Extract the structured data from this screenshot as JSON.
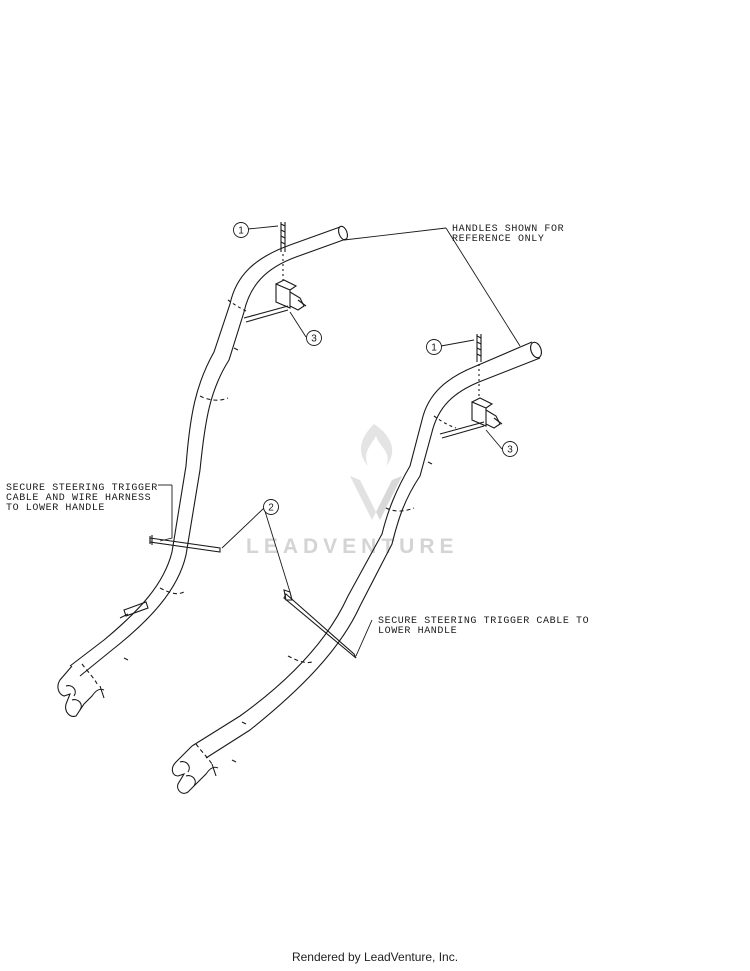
{
  "callouts": [
    "1",
    "2",
    "3"
  ],
  "notes": {
    "handles_ref": [
      "HANDLES SHOWN FOR",
      "REFERENCE ONLY"
    ],
    "secure_left": [
      "SECURE STEERING TRIGGER",
      "CABLE AND WIRE HARNESS",
      "TO LOWER HANDLE"
    ],
    "secure_right": [
      "SECURE STEERING TRIGGER CABLE TO",
      "LOWER HANDLE"
    ]
  },
  "watermark": "LEADVENTURE",
  "footer": "Rendered by LeadVenture, Inc."
}
